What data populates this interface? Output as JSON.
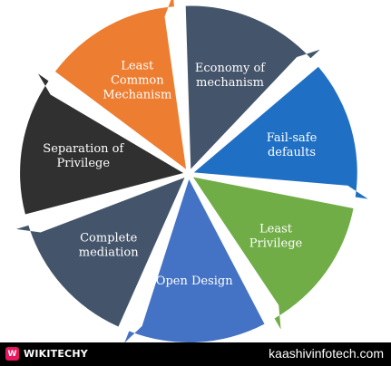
{
  "diagram": {
    "segments": [
      {
        "lines": [
          "Economy of",
          "mechanism"
        ],
        "color": "#44546a"
      },
      {
        "lines": [
          "Fail-safe",
          "defaults"
        ],
        "color": "#1f6fc4"
      },
      {
        "lines": [
          "Least",
          "Privilege"
        ],
        "color": "#70ad47"
      },
      {
        "lines": [
          "Open Design"
        ],
        "color": "#4472c4"
      },
      {
        "lines": [
          "Complete",
          "mediation"
        ],
        "color": "#44546a"
      },
      {
        "lines": [
          "Separation of",
          "Privilege"
        ],
        "color": "#303030"
      },
      {
        "lines": [
          "Least",
          "Common",
          "Mechanism"
        ],
        "color": "#ed7d31"
      }
    ]
  },
  "footer": {
    "logo_glyph": "W",
    "brand": "WIKITECHY",
    "site": "kaashivinfotech.com"
  }
}
